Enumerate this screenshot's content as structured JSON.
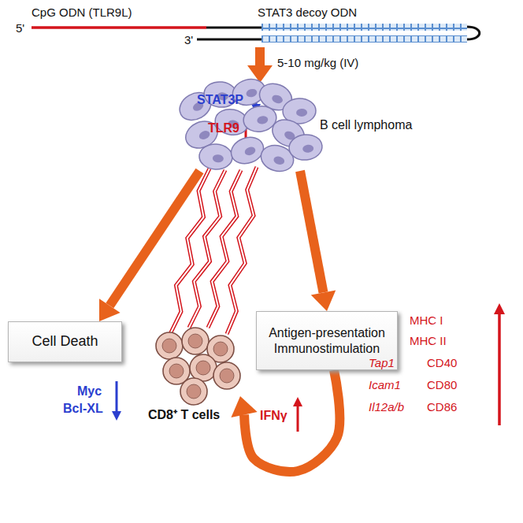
{
  "diagram": {
    "nodes": [
      {
        "text": [
          "CpG ODN (TLR9L)",
          "STAT3 decoy ODN"
        ]
      },
      {
        "text": [
          "STAT3P",
          "TLR9",
          "B cell lymphoma"
        ]
      },
      {
        "text": [
          "Cell Death"
        ]
      },
      {
        "text": [
          "CD8⁺ T cells"
        ]
      },
      {
        "text": [
          "Antigen-presentation Immunostimulation"
        ]
      }
    ],
    "edges": [
      {
        "from": 0,
        "to": 1,
        "arrow": "to",
        "label": "5-10 mg/kg (IV)"
      },
      {
        "from": 1,
        "to": 2,
        "arrow": "to"
      },
      {
        "from": 1,
        "to": 4,
        "arrow": "to"
      },
      {
        "from": 4,
        "to": 3,
        "arrow": "to"
      }
    ],
    "labels": [
      "5'",
      "3'",
      "Myc",
      "Bcl-XL",
      "IFNγ",
      "MHC I",
      "MHC II",
      "Tap1",
      "CD40",
      "Icam1",
      "CD80",
      "Il12a/b",
      "CD86"
    ]
  }
}
